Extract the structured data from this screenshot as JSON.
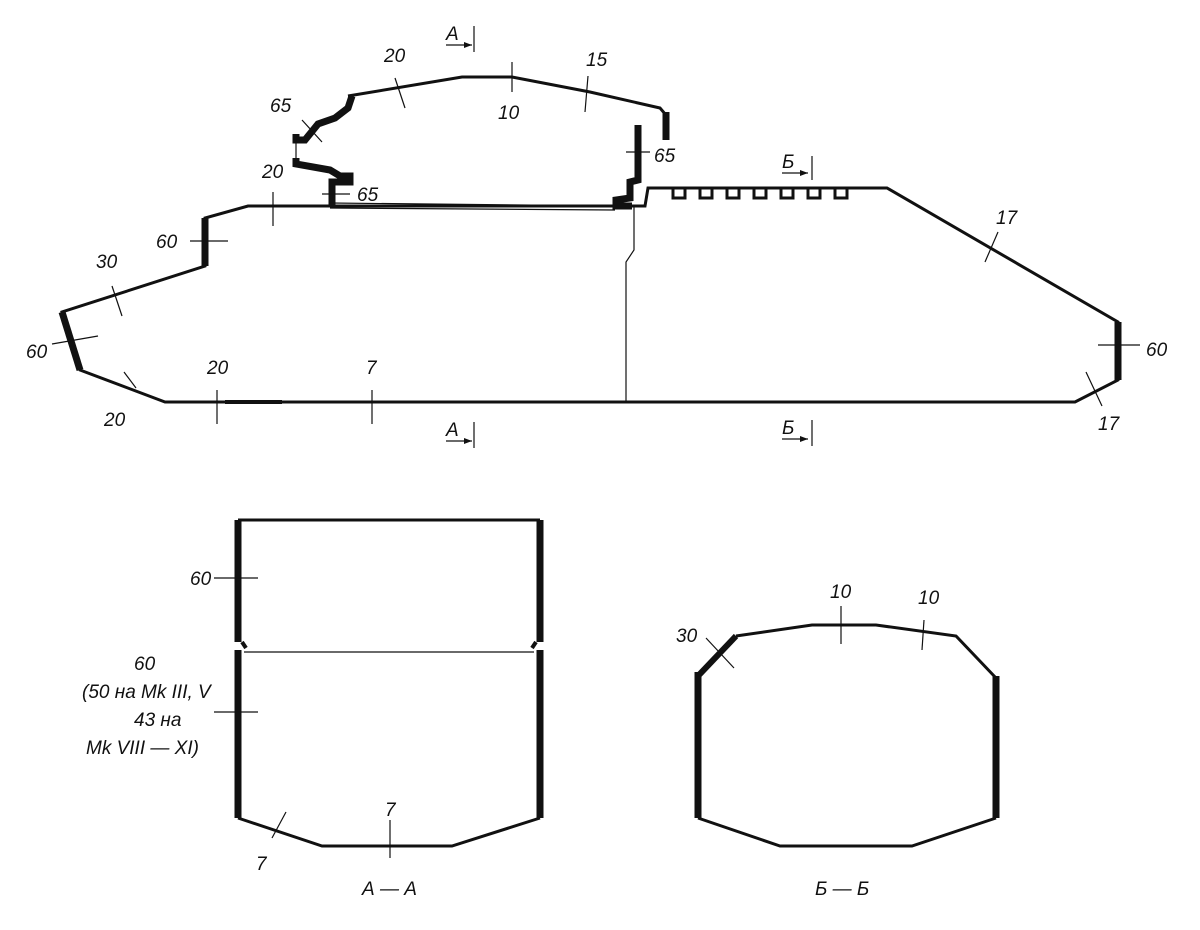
{
  "side_view": {
    "section_marks": {
      "a_top": "А",
      "a_bottom": "А",
      "b_top": "Б",
      "b_bottom": "Б"
    },
    "thickness_labels": {
      "turret_roof_left": "20",
      "turret_roof_mid": "10",
      "turret_roof_right": "15",
      "turret_front": "65",
      "turret_rear": "65",
      "turret_ring_front": "65",
      "hull_roof_front": "20",
      "driver_plate": "60",
      "glacis": "30",
      "nose": "60",
      "lower_front": "20",
      "belly_front": "20",
      "belly": "7",
      "rear_plate": "60",
      "rear_lower": "17",
      "rear_deck": "17"
    }
  },
  "section_aa": {
    "caption": "А — А",
    "upper_side": "60",
    "lower_side_lines": [
      "60",
      "(50 на Mk III, V",
      "43 на",
      "Mk VIII — XI)"
    ],
    "bottom_slope": "7",
    "bottom": "7"
  },
  "section_bb": {
    "caption": "Б — Б",
    "chamfer": "30",
    "roof_mid": "10",
    "roof_right": "10"
  }
}
